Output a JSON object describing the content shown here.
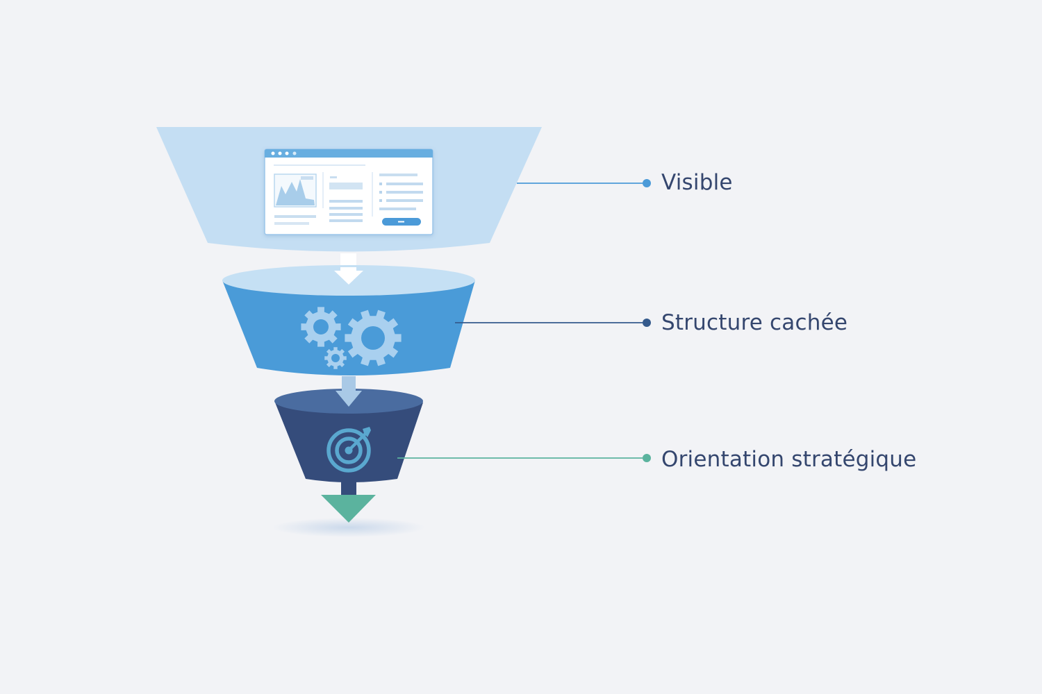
{
  "layers": [
    {
      "id": "visible",
      "label": "Visible",
      "icon": "browser-window-icon",
      "color": "#c4def3",
      "accent": "#4b9ad8"
    },
    {
      "id": "hidden-structure",
      "label": "Structure cachée",
      "icon": "gears-icon",
      "color": "#4a9bd8",
      "accent": "#355a8c"
    },
    {
      "id": "strategic-orientation",
      "label": "Orientation stratégique",
      "icon": "target-icon",
      "color": "#354c7b",
      "accent": "#5bb39e"
    }
  ],
  "output_arrow": {
    "icon": "arrow-down-icon",
    "color": "#5bb39e"
  },
  "background": "#f2f3f6"
}
